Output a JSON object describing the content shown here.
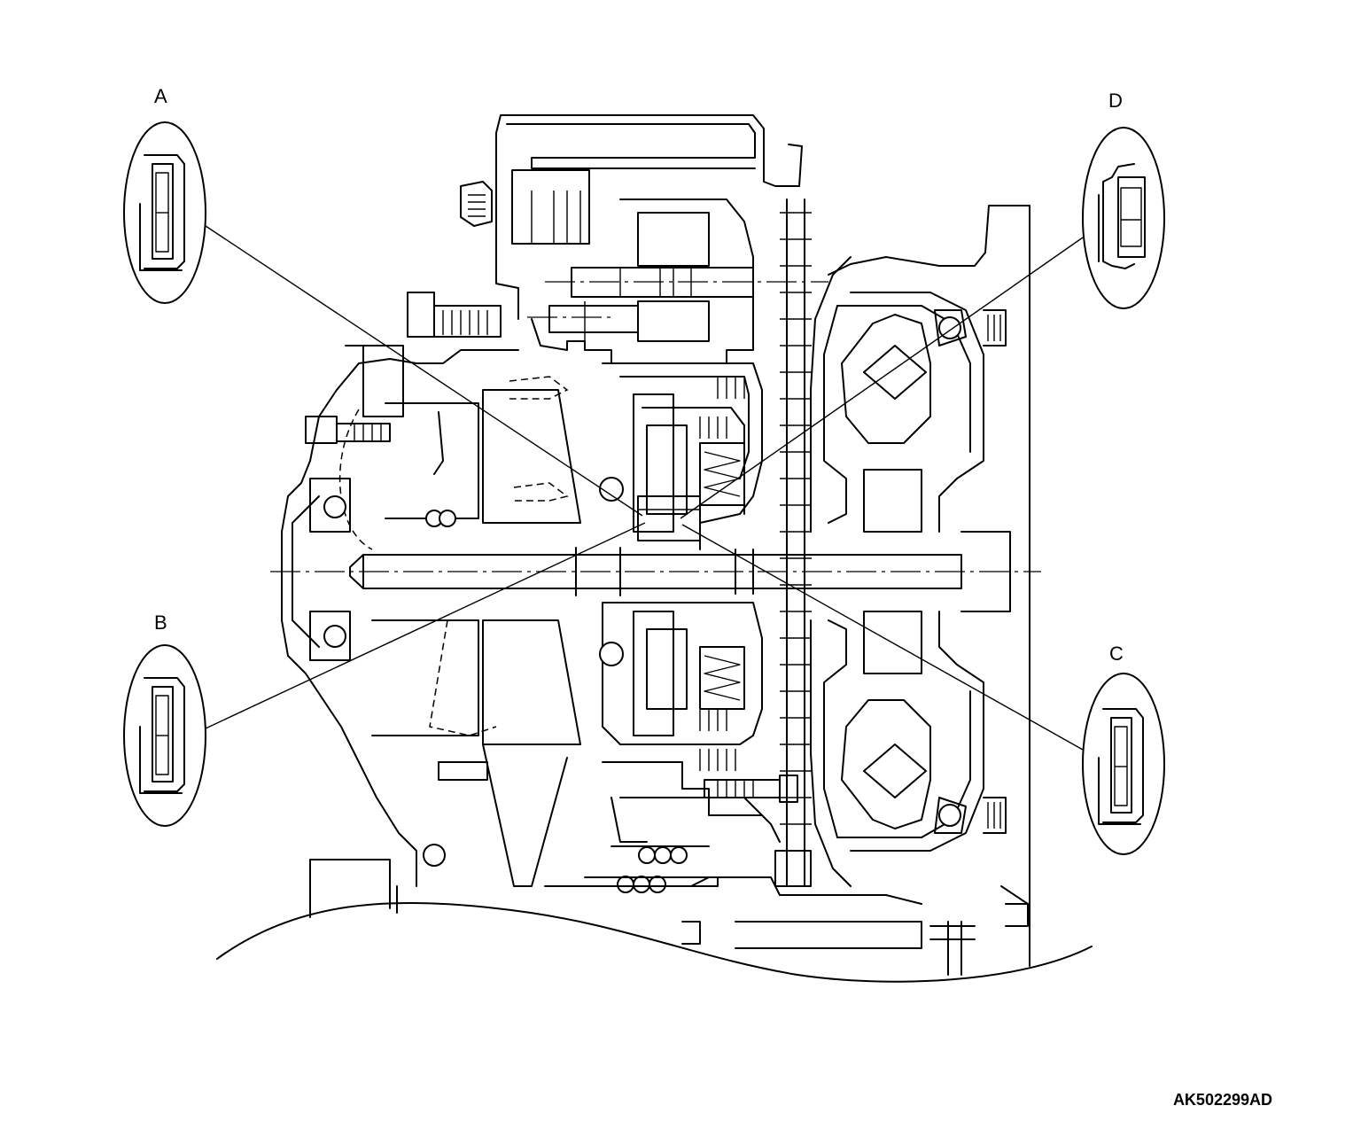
{
  "callouts": [
    {
      "id": "A",
      "label": "A"
    },
    {
      "id": "B",
      "label": "B"
    },
    {
      "id": "C",
      "label": "C"
    },
    {
      "id": "D",
      "label": "D"
    }
  ],
  "figure_id": "AK502299AD"
}
